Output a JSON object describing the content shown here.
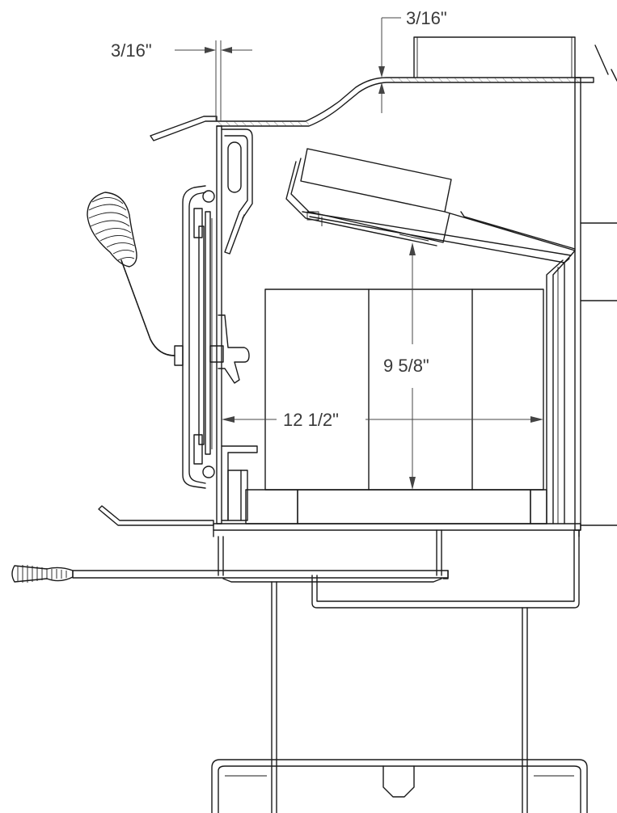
{
  "dimensions": {
    "glass_gap": "3/16\"",
    "top_gap": "3/16\"",
    "firebox_height": "9 5/8\"",
    "firebox_depth": "12 1/2\""
  },
  "colors": {
    "line": "#1a1a1a",
    "dimension": "#444444",
    "text": "#3a3a3a",
    "background": "#ffffff"
  }
}
